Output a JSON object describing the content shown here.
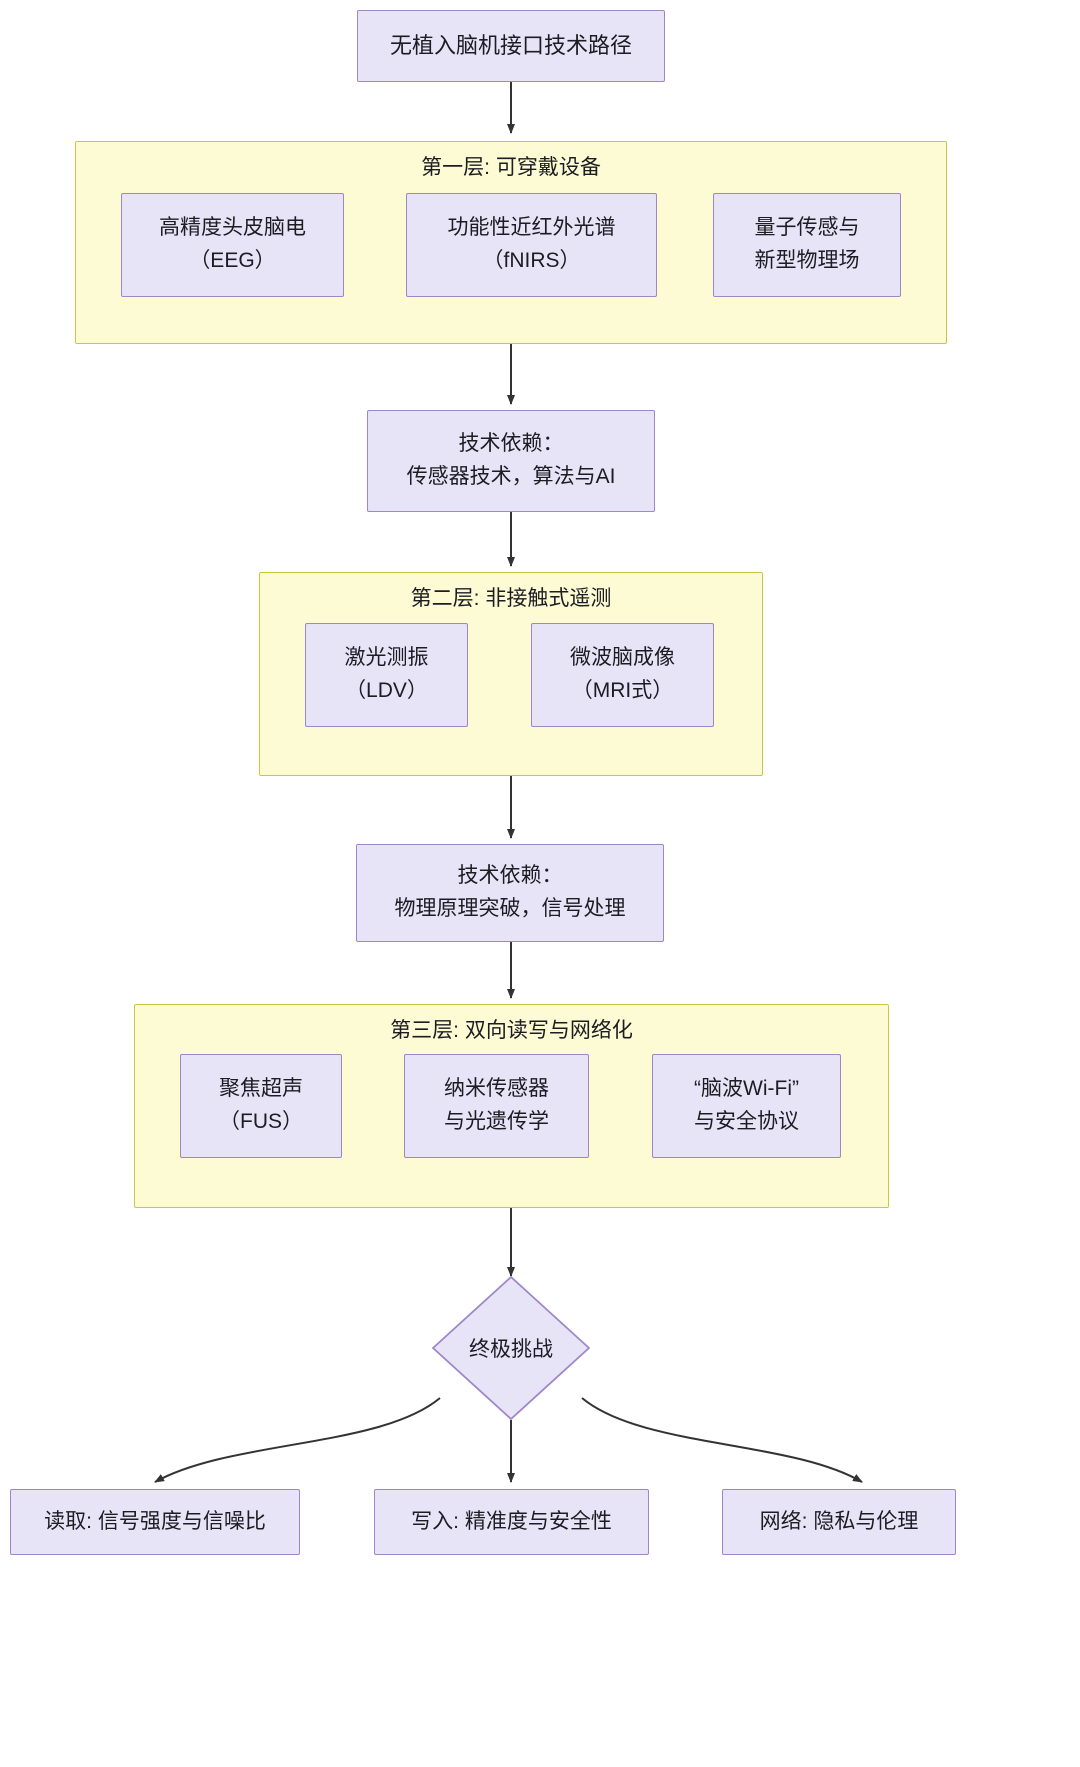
{
  "diagram": {
    "type": "flowchart",
    "orientation": "top-down",
    "title_node": "无植入脑机接口技术路径",
    "colors": {
      "node_fill": "#E8E4F8",
      "node_stroke": "#9E86C8",
      "cluster_fill": "#FDFBD4",
      "cluster_stroke": "#C9C93F",
      "edge": "#333333",
      "text": "#1c1c22",
      "background": "#ffffff"
    }
  },
  "root": {
    "label": "无植入脑机接口技术路径"
  },
  "layer1": {
    "title": "第一层: 可穿戴设备",
    "items": [
      {
        "line1": "高精度头皮脑电",
        "line2": "（EEG）"
      },
      {
        "line1": "功能性近红外光谱",
        "line2": "（fNIRS）"
      },
      {
        "line1": "量子传感与",
        "line2": "新型物理场"
      }
    ]
  },
  "dependency1": {
    "line1": "技术依赖：",
    "line2": "传感器技术，算法与AI"
  },
  "layer2": {
    "title": "第二层: 非接触式遥测",
    "items": [
      {
        "line1": "激光测振",
        "line2": "（LDV）"
      },
      {
        "line1": "微波脑成像",
        "line2": "（MRI式）"
      }
    ]
  },
  "dependency2": {
    "line1": "技术依赖：",
    "line2": "物理原理突破，信号处理"
  },
  "layer3": {
    "title": "第三层: 双向读写与网络化",
    "items": [
      {
        "line1": "聚焦超声",
        "line2": "（FUS）"
      },
      {
        "line1": "纳米传感器",
        "line2": "与光遗传学"
      },
      {
        "line1": "“脑波Wi-Fi”",
        "line2": "与安全协议"
      }
    ]
  },
  "challenge": {
    "label": "终极挑战"
  },
  "outcomes": [
    {
      "label": "读取: 信号强度与信噪比"
    },
    {
      "label": "写入: 精准度与安全性"
    },
    {
      "label": "网络: 隐私与伦理"
    }
  ]
}
